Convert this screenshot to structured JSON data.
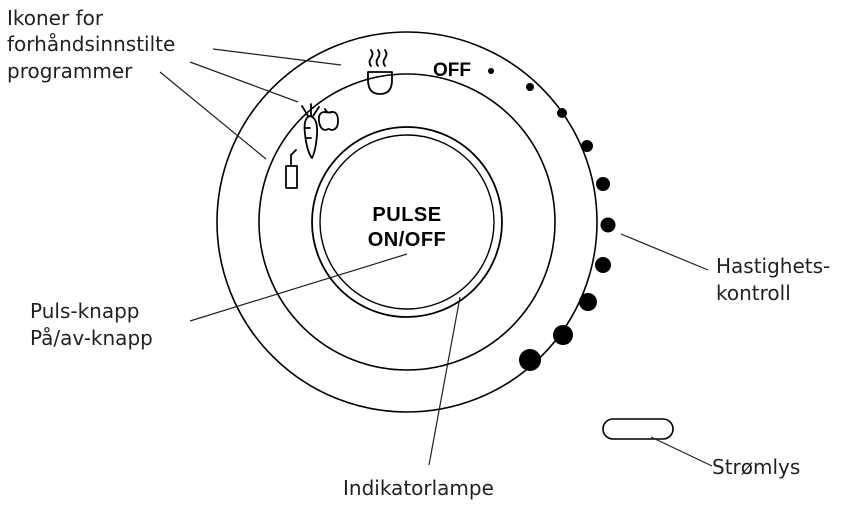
{
  "labels": {
    "icons_line1": "Ikoner for",
    "icons_line2": "forhåndsinnstilte",
    "icons_line3": "programmer",
    "pulse_line1": "Puls-knapp",
    "pulse_line2": "På/av-knapp",
    "indicator": "Indikatorlampe",
    "speed_line1": "Hastighets-",
    "speed_line2": "kontroll",
    "power_light": "Strømlys"
  },
  "dial": {
    "off_label": "OFF",
    "button_line1": "PULSE",
    "button_line2": "ON/OFF"
  },
  "icons": [
    "soup-icon",
    "vegetable-fruit-icon",
    "smoothie-cup-icon"
  ],
  "speed_levels": 10
}
